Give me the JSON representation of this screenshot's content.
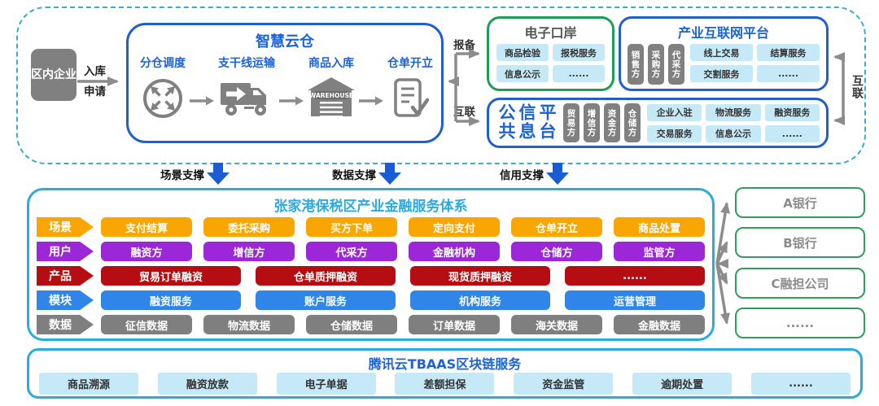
{
  "colors": {
    "dashed_border": "#3AA9D8",
    "primary_blue": "#1B63D6",
    "box_border_blue": "#1F5FD0",
    "cyan_accent": "#29ABE2",
    "green_border": "#2E9E55",
    "gray_box": "#808080",
    "light_blue_item": "#C6E9F8",
    "row_orange": "#F9A602",
    "row_purple": "#9B27D8",
    "row_red": "#B50D12",
    "row_blue": "#2F86E8",
    "row_gray": "#7F7F7F",
    "arrow_gray": "#8C8C8C",
    "support_arrow_blue": "#1A5CD6"
  },
  "top": {
    "source_box": "区内企业",
    "inbound_label_line1": "入库",
    "inbound_label_line2": "申请",
    "smart_cloud": {
      "title": "智慧云仓",
      "steps": [
        {
          "label": "分仓调度",
          "icon": "dispatch-icon"
        },
        {
          "label": "支干线运输",
          "icon": "truck-icon"
        },
        {
          "label": "商品入库",
          "icon": "warehouse-icon",
          "icon_text": "WAREHOUSE"
        },
        {
          "label": "仓单开立",
          "icon": "receipt-icon"
        }
      ]
    },
    "connectors": {
      "report": "报备",
      "interlink_left": "互联",
      "interlink_right": "互联"
    },
    "e_port": {
      "title": "电子口岸",
      "items": [
        "商品检验",
        "报税服务",
        "信息公示",
        "......"
      ]
    },
    "industry_platform": {
      "title": "产业互联网平台",
      "roles": [
        "销售方",
        "采购方",
        "代采方"
      ],
      "items": [
        "线上交易",
        "结算服务",
        "交割服务",
        "......"
      ]
    },
    "public_info_platform": {
      "title_col1": "公共",
      "title_col2": "信息",
      "title_col3": "平台",
      "roles": [
        "贸易方",
        "增信方",
        "资金方",
        "仓储方"
      ],
      "items": [
        "企业入驻",
        "物流服务",
        "融资服务",
        "交易服务",
        "信息公示",
        "......"
      ]
    }
  },
  "supports": [
    "场景支撑",
    "数据支撑",
    "信用支撑"
  ],
  "finance_system": {
    "title": "张家港保税区产业金融服务体系",
    "rows": [
      {
        "label": "场景",
        "color": "#F9A602",
        "items": [
          "支付结算",
          "委托采购",
          "买方下单",
          "定向支付",
          "仓单开立",
          "商品处置"
        ]
      },
      {
        "label": "用户",
        "color": "#9B27D8",
        "items": [
          "融资方",
          "增信方",
          "代采方",
          "金融机构",
          "仓储方",
          "监管方"
        ]
      },
      {
        "label": "产品",
        "color": "#B50D12",
        "items": [
          "贸易订单融资",
          "仓单质押融资",
          "现货质押融资",
          "......"
        ]
      },
      {
        "label": "模块",
        "color": "#2F86E8",
        "items": [
          "融资服务",
          "账户服务",
          "机构服务",
          "运营管理"
        ]
      },
      {
        "label": "数据",
        "color": "#7F7F7F",
        "items": [
          "征信数据",
          "物流数据",
          "仓储数据",
          "订单数据",
          "海关数据",
          "金融数据"
        ]
      }
    ]
  },
  "partners": [
    "A银行",
    "B银行",
    "C融担公司",
    "......"
  ],
  "blockchain": {
    "title": "腾讯云TBAAS区块链服务",
    "items": [
      "商品溯源",
      "融资放款",
      "电子单据",
      "差额担保",
      "资金监管",
      "逾期处置",
      "......"
    ]
  }
}
